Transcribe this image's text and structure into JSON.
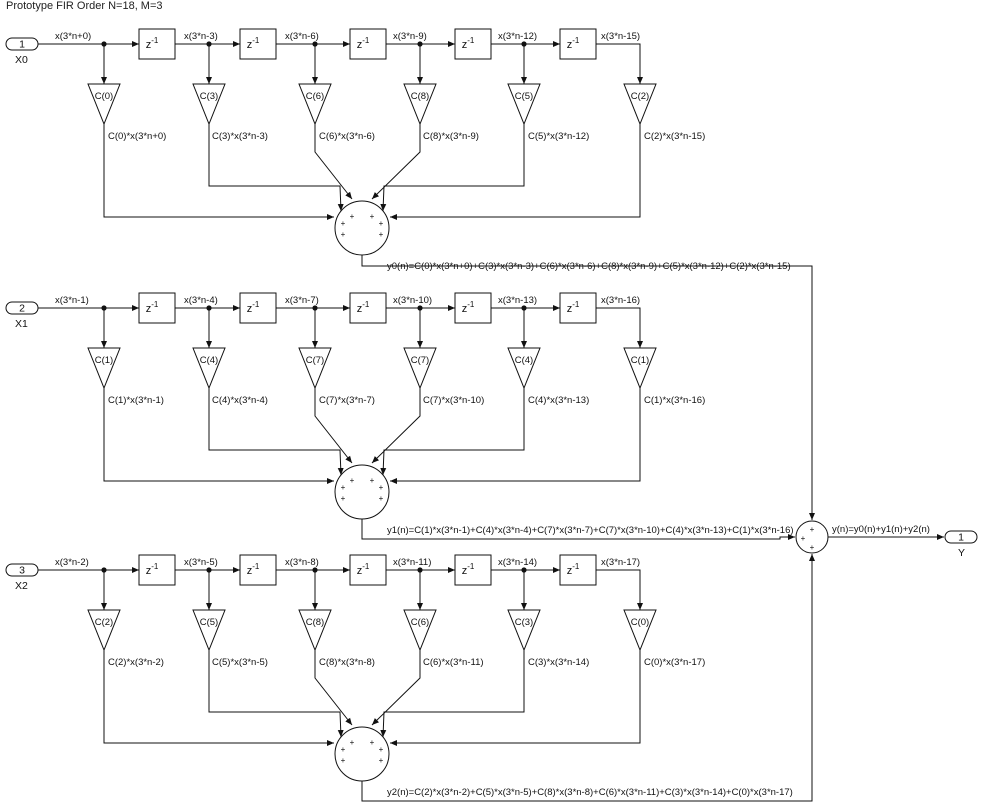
{
  "title": "Prototype FIR Order N=18, M=3",
  "delay_label": {
    "base": "z",
    "exp": "-1"
  },
  "branches": [
    {
      "port_number": "1",
      "port_name": "X0",
      "taps": [
        "x(3*n+0)",
        "x(3*n-3)",
        "x(3*n-6)",
        "x(3*n-9)",
        "x(3*n-12)",
        "x(3*n-15)"
      ],
      "gains": [
        "C(0)",
        "C(3)",
        "C(6)",
        "C(8)",
        "C(5)",
        "C(2)"
      ],
      "products": [
        "C(0)*x(3*n+0)",
        "C(3)*x(3*n-3)",
        "C(6)*x(3*n-6)",
        "C(8)*x(3*n-9)",
        "C(5)*x(3*n-12)",
        "C(2)*x(3*n-15)"
      ],
      "sum_signs": [
        "+",
        "+",
        "+",
        "+",
        "+",
        "+"
      ],
      "output": "y0(n)=C(0)*x(3*n+0)+C(3)*x(3*n-3)+C(6)*x(3*n-6)+C(8)*x(3*n-9)+C(5)*x(3*n-12)+C(2)*x(3*n-15)"
    },
    {
      "port_number": "2",
      "port_name": "X1",
      "taps": [
        "x(3*n-1)",
        "x(3*n-4)",
        "x(3*n-7)",
        "x(3*n-10)",
        "x(3*n-13)",
        "x(3*n-16)"
      ],
      "gains": [
        "C(1)",
        "C(4)",
        "C(7)",
        "C(7)",
        "C(4)",
        "C(1)"
      ],
      "products": [
        "C(1)*x(3*n-1)",
        "C(4)*x(3*n-4)",
        "C(7)*x(3*n-7)",
        "C(7)*x(3*n-10)",
        "C(4)*x(3*n-13)",
        "C(1)*x(3*n-16)"
      ],
      "sum_signs": [
        "+",
        "+",
        "+",
        "+",
        "+",
        "+"
      ],
      "output": "y1(n)=C(1)*x(3*n-1)+C(4)*x(3*n-4)+C(7)*x(3*n-7)+C(7)*x(3*n-10)+C(4)*x(3*n-13)+C(1)*x(3*n-16)"
    },
    {
      "port_number": "3",
      "port_name": "X2",
      "taps": [
        "x(3*n-2)",
        "x(3*n-5)",
        "x(3*n-8)",
        "x(3*n-11)",
        "x(3*n-14)",
        "x(3*n-17)"
      ],
      "gains": [
        "C(2)",
        "C(5)",
        "C(8)",
        "C(6)",
        "C(3)",
        "C(0)"
      ],
      "products": [
        "C(2)*x(3*n-2)",
        "C(5)*x(3*n-5)",
        "C(8)*x(3*n-8)",
        "C(6)*x(3*n-11)",
        "C(3)*x(3*n-14)",
        "C(0)*x(3*n-17)"
      ],
      "sum_signs": [
        "+",
        "+",
        "+",
        "+",
        "+",
        "+"
      ],
      "output": "y2(n)=C(2)*x(3*n-2)+C(5)*x(3*n-5)+C(8)*x(3*n-8)+C(6)*x(3*n-11)+C(3)*x(3*n-14)+C(0)*x(3*n-17)"
    }
  ],
  "final_sum": {
    "signs": [
      "+",
      "+",
      "+"
    ],
    "output": "y(n)=y0(n)+y1(n)+y2(n)",
    "out_port_number": "1",
    "out_port_name": "Y"
  }
}
